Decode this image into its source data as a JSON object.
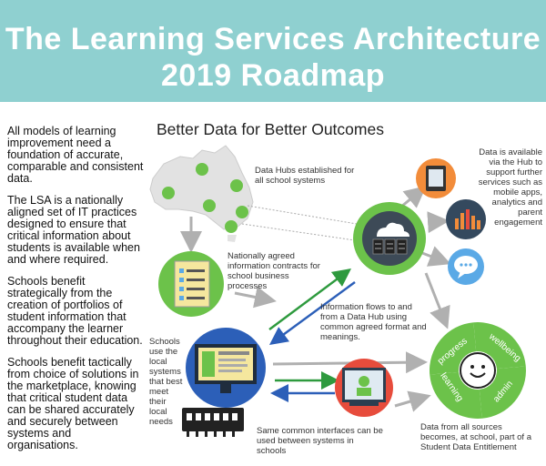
{
  "header": {
    "title_line1": "The Learning Services Architecture",
    "title_line2": "2019 Roadmap"
  },
  "left_text": [
    "All models of learning improvement need a foundation of accurate, comparable and consistent data.",
    "The LSA is a nationally aligned set of IT practices designed to ensure that critical information about students is available when and where required.",
    "Schools benefit strategically from the creation of portfolios of student information that accompany the learner throughout their education.",
    "Schools benefit tactically from choice of solutions in the marketplace, knowing that critical student data can be shared accurately and securely between systems and organisations."
  ],
  "diagram": {
    "subtitle": "Better Data for Better Outcomes",
    "labels": {
      "data_hubs": "Data Hubs established for all school systems",
      "data_available": "Data is available via the Hub to support further services such as mobile apps, analytics and parent engagement",
      "contracts": "Nationally agreed information contracts for school business processes",
      "info_flows": "Information flows to and from a Data Hub using common agreed format and meanings.",
      "schools": "Schools use the local systems that best meet their local needs",
      "interfaces": "Same common interfaces can be used between systems in schools",
      "entitlement": "Data from all sources becomes, at school, part of a Student Data Entitlement"
    },
    "ring_segments": [
      "progress",
      "wellbeing",
      "learning",
      "admin"
    ],
    "colors": {
      "header_bg": "#8fd0d0",
      "green": "#6cc24a",
      "hub_dark": "#3d4a57",
      "orange": "#f28c3a",
      "navy": "#34495e",
      "sky": "#5aa9e6",
      "red": "#e74c3c",
      "paper": "#f5e79e",
      "arrow_grey": "#b0b0b0",
      "arrow_green": "#2e9a3e",
      "arrow_blue": "#2c5fb8"
    }
  }
}
